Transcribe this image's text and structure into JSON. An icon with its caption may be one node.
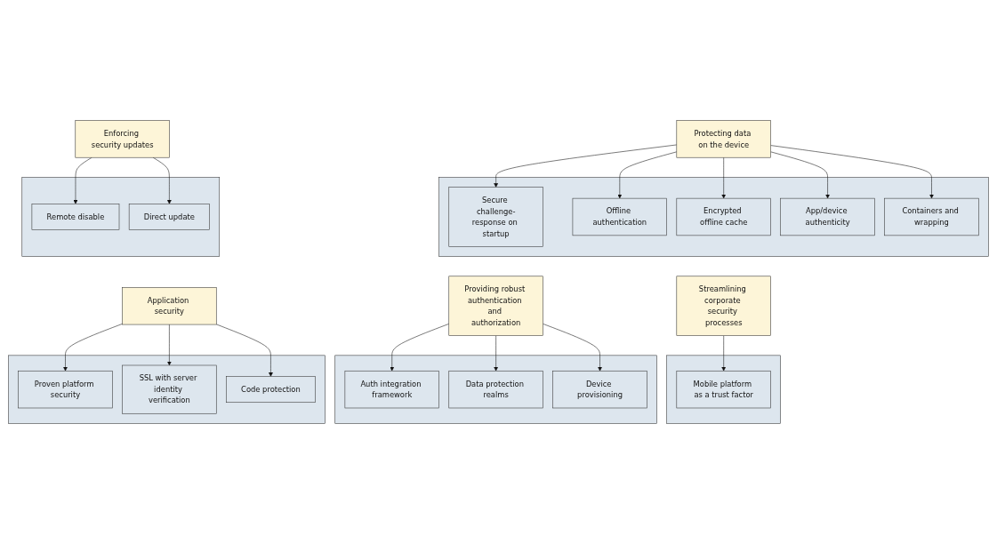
{
  "diagram": {
    "nodes": [
      {
        "text": [
          "Protecting data on the device"
        ]
      },
      {
        "text": [
          "Enforcing security updates"
        ]
      },
      {
        "text": [],
        "shape": "box"
      },
      {
        "text": [
          "Encrypted offline cache"
        ],
        "in": 2
      },
      {
        "text": [
          "Offline authentication"
        ],
        "in": 2
      },
      {
        "text": [
          "Secure challenge-response on startup"
        ],
        "in": 2
      },
      {
        "text": [
          "App/device authenticity"
        ],
        "in": 2
      },
      {
        "text": [
          "Containers and wrapping"
        ],
        "in": 2
      },
      {
        "text": [],
        "shape": "box"
      },
      {
        "text": [
          "Remote disable"
        ],
        "in": 8
      },
      {
        "text": [
          "Direct update"
        ],
        "in": 8
      },
      {
        "text": [],
        "shape": "box"
      },
      {
        "text": [
          "Mobile platform as a trust factor"
        ],
        "in": 11
      },
      {
        "text": [],
        "shape": "box"
      },
      {
        "text": [
          "Auth integration framework"
        ],
        "in": 13
      },
      {
        "text": [
          "Data protection realms"
        ],
        "in": 13
      },
      {
        "text": [
          "Device provisioning"
        ],
        "in": 13
      },
      {
        "text": [],
        "shape": "box"
      },
      {
        "text": [
          "Proven platform security"
        ],
        "in": 17
      },
      {
        "text": [
          "SSL with server identity verification"
        ],
        "in": 17
      },
      {
        "text": [
          "Code protection"
        ],
        "in": 17
      },
      {
        "text": [
          "Streamlining corporate security processes"
        ]
      },
      {
        "text": [
          "Providing robust authentication and authorization"
        ]
      },
      {
        "text": [
          "Application security"
        ]
      }
    ],
    "edges": [
      {
        "from": 0,
        "to": 3,
        "arrow": "to"
      },
      {
        "from": 0,
        "to": 4,
        "arrow": "to"
      },
      {
        "from": 0,
        "to": 5,
        "arrow": "to"
      },
      {
        "from": 0,
        "to": 6,
        "arrow": "to"
      },
      {
        "from": 0,
        "to": 7,
        "arrow": "to"
      },
      {
        "from": 1,
        "to": 9,
        "arrow": "to"
      },
      {
        "from": 1,
        "to": 10,
        "arrow": "to"
      },
      {
        "from": 21,
        "to": 12,
        "arrow": "to"
      },
      {
        "from": 22,
        "to": 14,
        "arrow": "to"
      },
      {
        "from": 22,
        "to": 15,
        "arrow": "to"
      },
      {
        "from": 22,
        "to": 16,
        "arrow": "to"
      },
      {
        "from": 23,
        "to": 18,
        "arrow": "to"
      },
      {
        "from": 23,
        "to": 19,
        "arrow": "to"
      },
      {
        "from": 23,
        "to": 20,
        "arrow": "to"
      }
    ]
  }
}
